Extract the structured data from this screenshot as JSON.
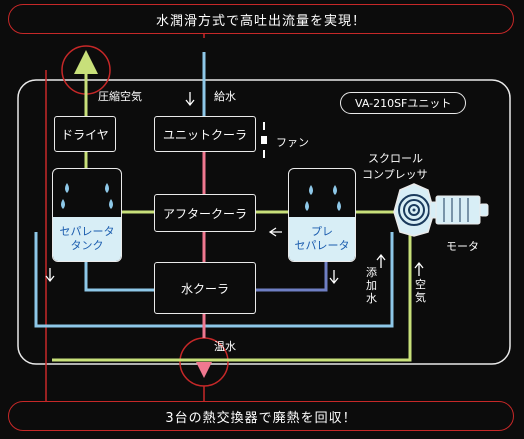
{
  "banner_top": "水潤滑方式で高吐出流量を実現！",
  "banner_bottom": "3台の熱交換器で廃熱を回収！",
  "unit_label": "VA-210SFユニット",
  "labels": {
    "compressed_air": "圧縮空気",
    "feed_water": "給水",
    "fan": "ファン",
    "scroll_compressor_line1": "スクロール",
    "scroll_compressor_line2": "コンプレッサ",
    "motor": "モータ",
    "additive_water": "添加水",
    "air": "空気",
    "hot_water": "温水"
  },
  "boxes": {
    "dryer": "ドライヤ",
    "unit_cooler": "ユニットクーラ",
    "after_cooler": "アフタークーラ",
    "water_cooler": "水クーラ"
  },
  "separator_tank": {
    "line1": "セパレータ",
    "line2": "タンク"
  },
  "pre_separator": {
    "line1": "プレ",
    "line2": "セパレータ"
  },
  "colors": {
    "air_line": "#c8e07a",
    "feed_water_line": "#8ec8e8",
    "hot_water_line": "#f07890",
    "return_line": "#6f7fc4",
    "banner_border": "#c62828",
    "tank_water": "#d8eef6"
  }
}
